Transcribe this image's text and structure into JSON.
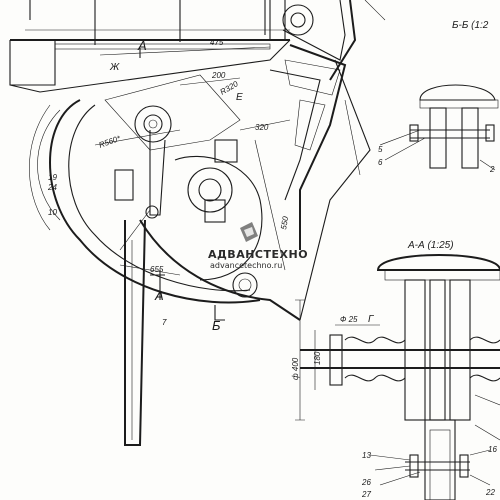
{
  "drawing": {
    "section_labels": {
      "bb": "Б-Б (1:2",
      "aa": "А-А (1:25)",
      "a_top": "А",
      "a_bottom": "А",
      "b_bottom": "Б",
      "zh": "Ж",
      "e": "Е",
      "g": "Г"
    },
    "dimensions": {
      "d475": "475",
      "d200": "200",
      "d320": "320",
      "d550": "550",
      "r320": "R320",
      "r560": "R560*",
      "d655": "655",
      "d400": "ф 400",
      "d180": "180",
      "d25": "Ф 25"
    },
    "callouts": {
      "c5": "5",
      "c6": "6",
      "c2": "2",
      "c19": "19",
      "c24": "24",
      "c10": "10",
      "c7": "7",
      "c13": "13",
      "c26": "26",
      "c27": "27",
      "c16": "16",
      "c22": "22"
    },
    "watermark": {
      "title": "АДВАНСТЕХНО",
      "url": "advancetechno.ru"
    }
  }
}
